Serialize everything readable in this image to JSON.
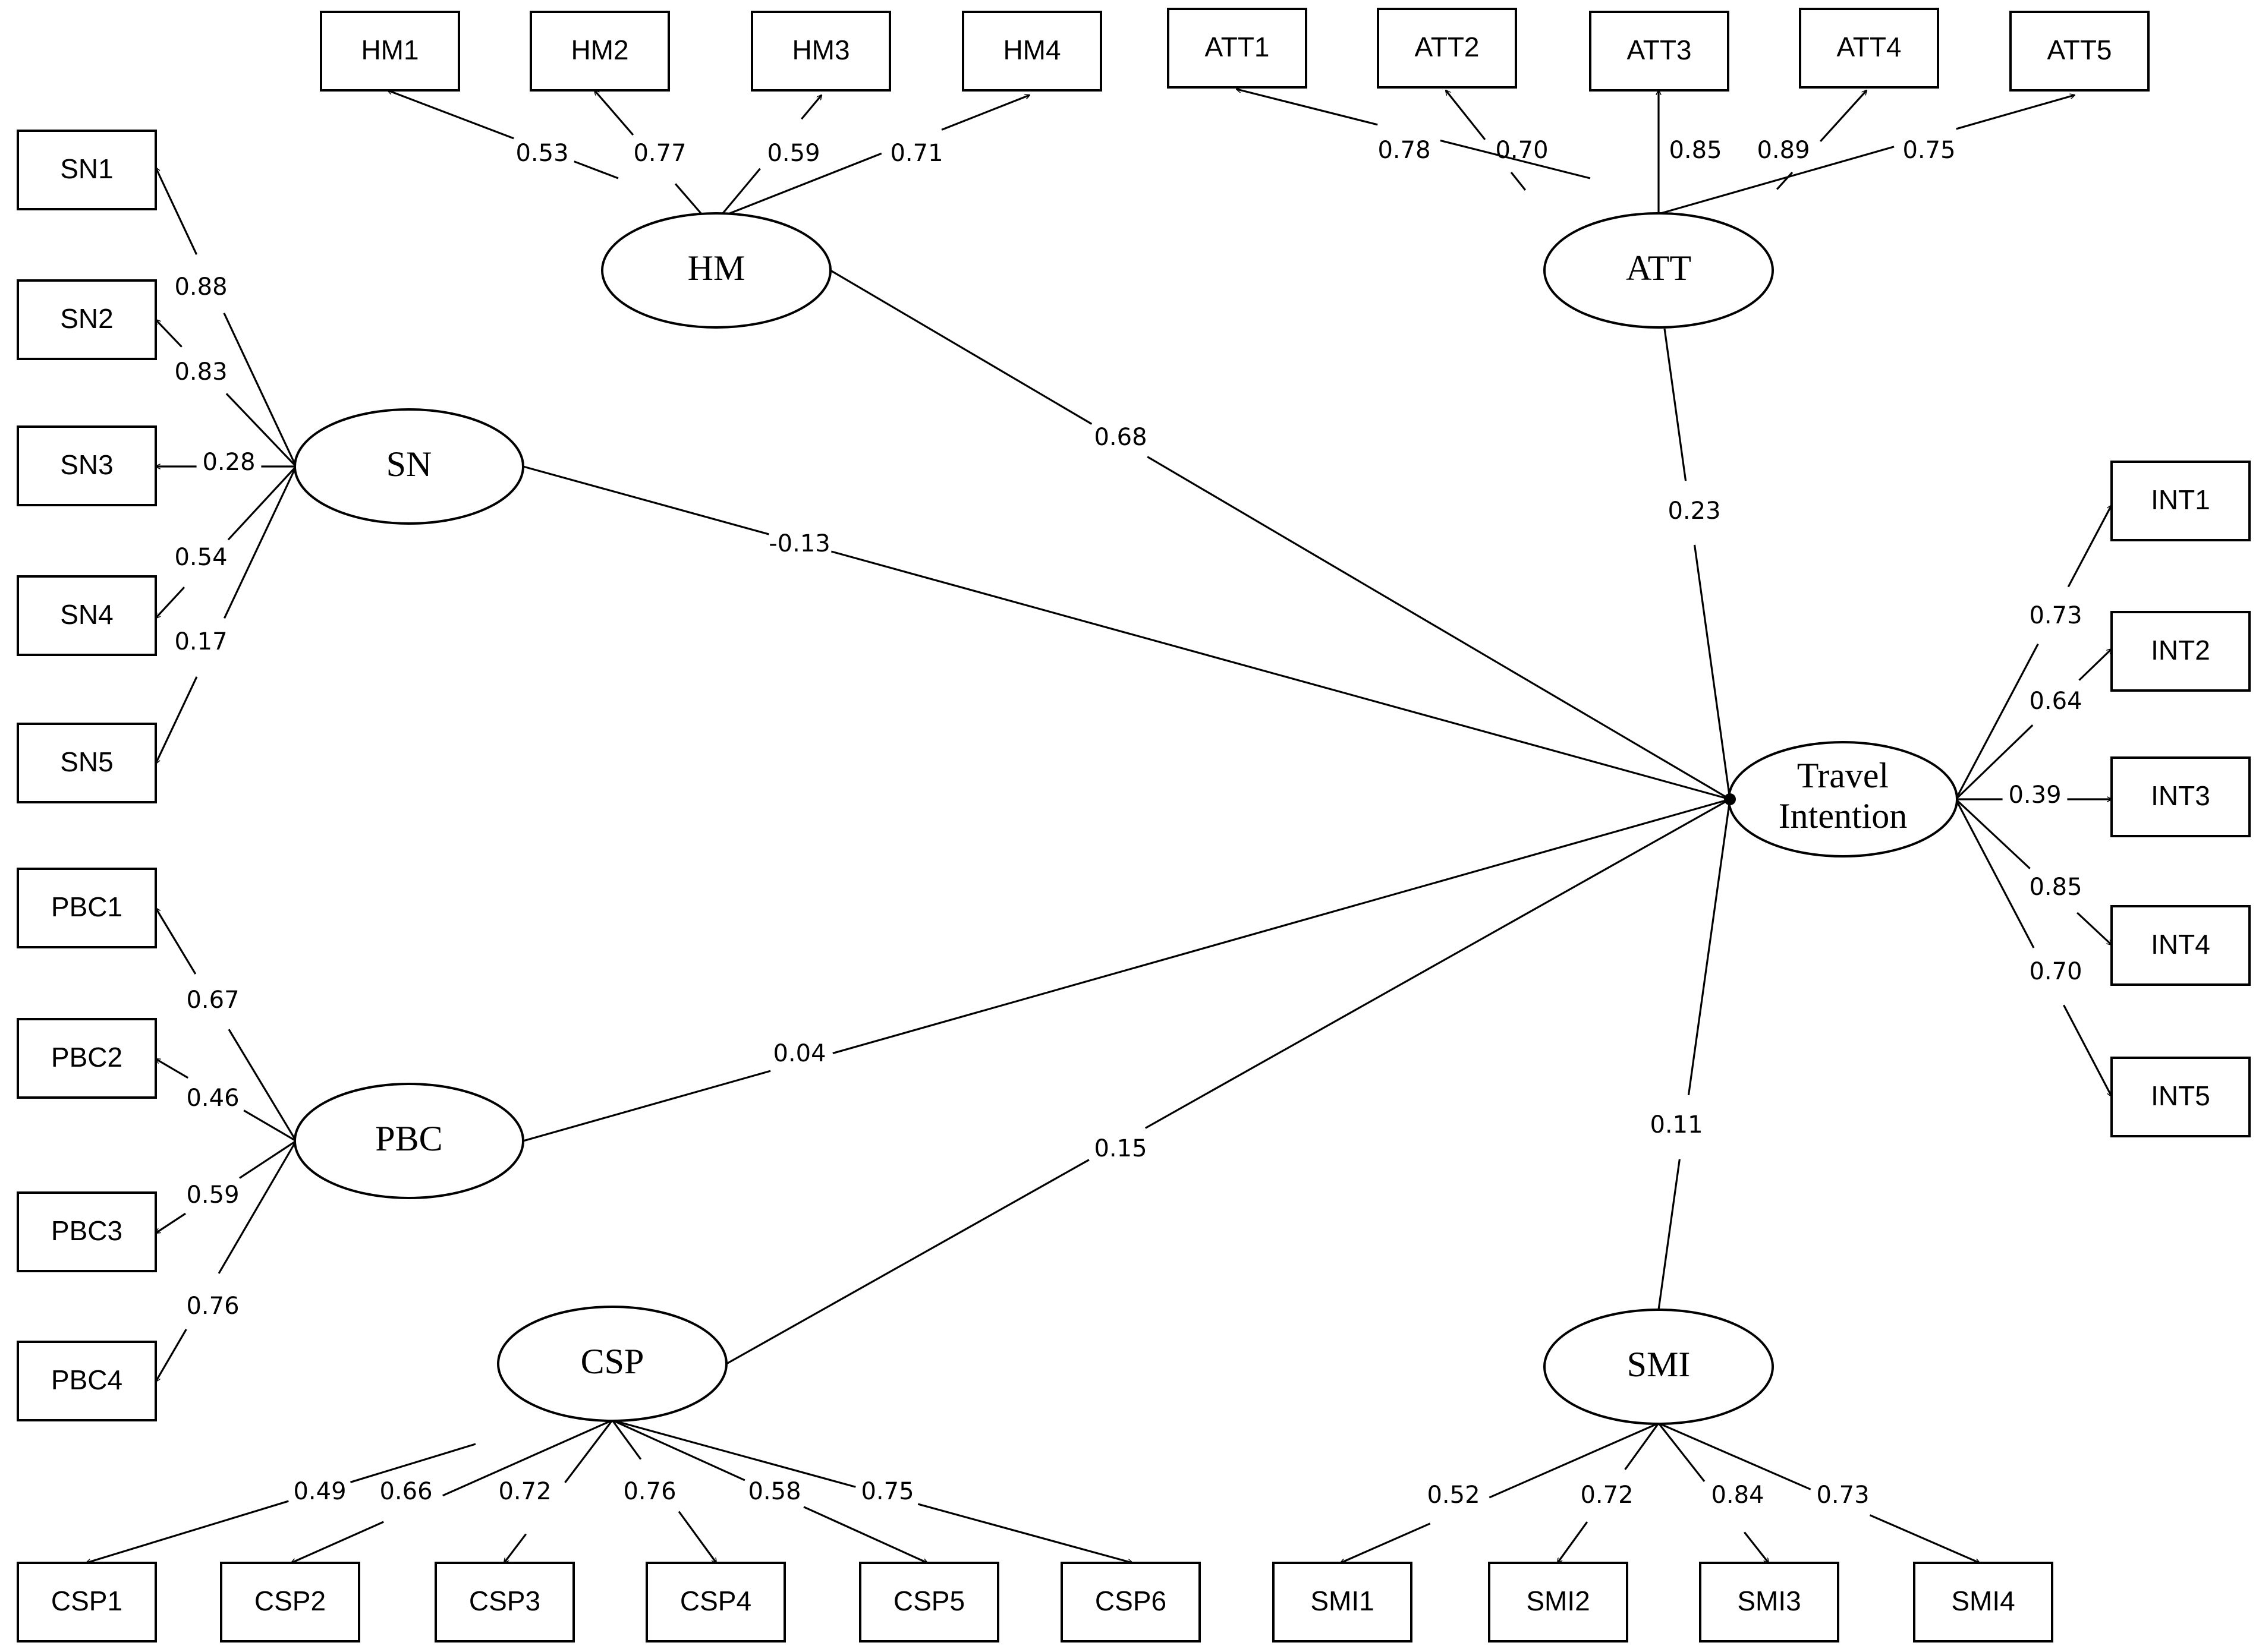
{
  "latents": [
    {
      "id": "HM",
      "label": "HM"
    },
    {
      "id": "ATT",
      "label": "ATT"
    },
    {
      "id": "SN",
      "label": "SN"
    },
    {
      "id": "PBC",
      "label": "PBC"
    },
    {
      "id": "CSP",
      "label": "CSP"
    },
    {
      "id": "SMI",
      "label": "SMI"
    },
    {
      "id": "TI",
      "label": "Travel",
      "label2": "Intention"
    }
  ],
  "indicators": [
    {
      "id": "HM1",
      "label": "HM1"
    },
    {
      "id": "HM2",
      "label": "HM2"
    },
    {
      "id": "HM3",
      "label": "HM3"
    },
    {
      "id": "HM4",
      "label": "HM4"
    },
    {
      "id": "ATT1",
      "label": "ATT1"
    },
    {
      "id": "ATT2",
      "label": "ATT2"
    },
    {
      "id": "ATT3",
      "label": "ATT3"
    },
    {
      "id": "ATT4",
      "label": "ATT4"
    },
    {
      "id": "ATT5",
      "label": "ATT5"
    },
    {
      "id": "SN1",
      "label": "SN1"
    },
    {
      "id": "SN2",
      "label": "SN2"
    },
    {
      "id": "SN3",
      "label": "SN3"
    },
    {
      "id": "SN4",
      "label": "SN4"
    },
    {
      "id": "SN5",
      "label": "SN5"
    },
    {
      "id": "PBC1",
      "label": "PBC1"
    },
    {
      "id": "PBC2",
      "label": "PBC2"
    },
    {
      "id": "PBC3",
      "label": "PBC3"
    },
    {
      "id": "PBC4",
      "label": "PBC4"
    },
    {
      "id": "INT1",
      "label": "INT1"
    },
    {
      "id": "INT2",
      "label": "INT2"
    },
    {
      "id": "INT3",
      "label": "INT3"
    },
    {
      "id": "INT4",
      "label": "INT4"
    },
    {
      "id": "INT5",
      "label": "INT5"
    },
    {
      "id": "CSP1",
      "label": "CSP1"
    },
    {
      "id": "CSP2",
      "label": "CSP2"
    },
    {
      "id": "CSP3",
      "label": "CSP3"
    },
    {
      "id": "CSP4",
      "label": "CSP4"
    },
    {
      "id": "CSP5",
      "label": "CSP5"
    },
    {
      "id": "CSP6",
      "label": "CSP6"
    },
    {
      "id": "SMI1",
      "label": "SMI1"
    },
    {
      "id": "SMI2",
      "label": "SMI2"
    },
    {
      "id": "SMI3",
      "label": "SMI3"
    },
    {
      "id": "SMI4",
      "label": "SMI4"
    }
  ],
  "loadings": [
    {
      "latent": "HM",
      "indicator": "HM1",
      "value": "0.53"
    },
    {
      "latent": "HM",
      "indicator": "HM2",
      "value": "0.77"
    },
    {
      "latent": "HM",
      "indicator": "HM3",
      "value": "0.59"
    },
    {
      "latent": "HM",
      "indicator": "HM4",
      "value": "0.71"
    },
    {
      "latent": "ATT",
      "indicator": "ATT1",
      "value": "0.78"
    },
    {
      "latent": "ATT",
      "indicator": "ATT2",
      "value": "0.70"
    },
    {
      "latent": "ATT",
      "indicator": "ATT3",
      "value": "0.85"
    },
    {
      "latent": "ATT",
      "indicator": "ATT4",
      "value": "0.89"
    },
    {
      "latent": "ATT",
      "indicator": "ATT5",
      "value": "0.75"
    },
    {
      "latent": "SN",
      "indicator": "SN1",
      "value": "0.88"
    },
    {
      "latent": "SN",
      "indicator": "SN2",
      "value": "0.83"
    },
    {
      "latent": "SN",
      "indicator": "SN3",
      "value": "0.28"
    },
    {
      "latent": "SN",
      "indicator": "SN4",
      "value": "0.54"
    },
    {
      "latent": "SN",
      "indicator": "SN5",
      "value": "0.17"
    },
    {
      "latent": "PBC",
      "indicator": "PBC1",
      "value": "0.67"
    },
    {
      "latent": "PBC",
      "indicator": "PBC2",
      "value": "0.46"
    },
    {
      "latent": "PBC",
      "indicator": "PBC3",
      "value": "0.59"
    },
    {
      "latent": "PBC",
      "indicator": "PBC4",
      "value": "0.76"
    },
    {
      "latent": "TI",
      "indicator": "INT1",
      "value": "0.73"
    },
    {
      "latent": "TI",
      "indicator": "INT2",
      "value": "0.64"
    },
    {
      "latent": "TI",
      "indicator": "INT3",
      "value": "0.39"
    },
    {
      "latent": "TI",
      "indicator": "INT4",
      "value": "0.85"
    },
    {
      "latent": "TI",
      "indicator": "INT5",
      "value": "0.70"
    },
    {
      "latent": "CSP",
      "indicator": "CSP1",
      "value": "0.49"
    },
    {
      "latent": "CSP",
      "indicator": "CSP2",
      "value": "0.66"
    },
    {
      "latent": "CSP",
      "indicator": "CSP3",
      "value": "0.72"
    },
    {
      "latent": "CSP",
      "indicator": "CSP4",
      "value": "0.76"
    },
    {
      "latent": "CSP",
      "indicator": "CSP5",
      "value": "0.58"
    },
    {
      "latent": "CSP",
      "indicator": "CSP6",
      "value": "0.75"
    },
    {
      "latent": "SMI",
      "indicator": "SMI1",
      "value": "0.52"
    },
    {
      "latent": "SMI",
      "indicator": "SMI2",
      "value": "0.72"
    },
    {
      "latent": "SMI",
      "indicator": "SMI3",
      "value": "0.84"
    },
    {
      "latent": "SMI",
      "indicator": "SMI4",
      "value": "0.73"
    }
  ],
  "paths": [
    {
      "from": "HM",
      "to": "TI",
      "value": "0.68"
    },
    {
      "from": "ATT",
      "to": "TI",
      "value": "0.23"
    },
    {
      "from": "SN",
      "to": "TI",
      "value": "-0.13"
    },
    {
      "from": "PBC",
      "to": "TI",
      "value": "0.04"
    },
    {
      "from": "CSP",
      "to": "TI",
      "value": "0.15"
    },
    {
      "from": "SMI",
      "to": "TI",
      "value": "0.11"
    }
  ]
}
